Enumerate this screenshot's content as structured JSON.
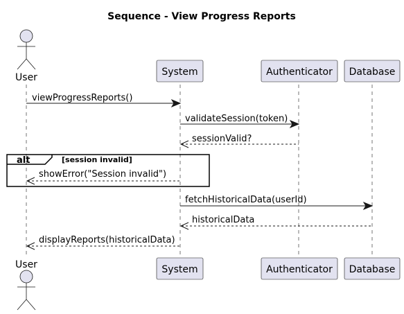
{
  "diagram": {
    "title": "Sequence - View Progress Reports",
    "participants": [
      {
        "id": "user",
        "label": "User",
        "kind": "actor"
      },
      {
        "id": "system",
        "label": "System",
        "kind": "participant"
      },
      {
        "id": "authenticator",
        "label": "Authenticator",
        "kind": "participant"
      },
      {
        "id": "database",
        "label": "Database",
        "kind": "participant"
      }
    ],
    "messages": [
      {
        "from": "user",
        "to": "system",
        "label": "viewProgressReports()",
        "style": "sync"
      },
      {
        "from": "system",
        "to": "authenticator",
        "label": "validateSession(token)",
        "style": "sync"
      },
      {
        "from": "authenticator",
        "to": "system",
        "label": "sessionValid?",
        "style": "return"
      },
      {
        "from": "system",
        "to": "user",
        "label": "showError(\"Session invalid\")",
        "style": "return"
      },
      {
        "from": "system",
        "to": "database",
        "label": "fetchHistoricalData(userId)",
        "style": "sync"
      },
      {
        "from": "database",
        "to": "system",
        "label": "historicalData",
        "style": "return"
      },
      {
        "from": "system",
        "to": "user",
        "label": "displayReports(historicalData)",
        "style": "return"
      }
    ],
    "fragment": {
      "keyword": "alt",
      "guard": "[session invalid]"
    }
  }
}
